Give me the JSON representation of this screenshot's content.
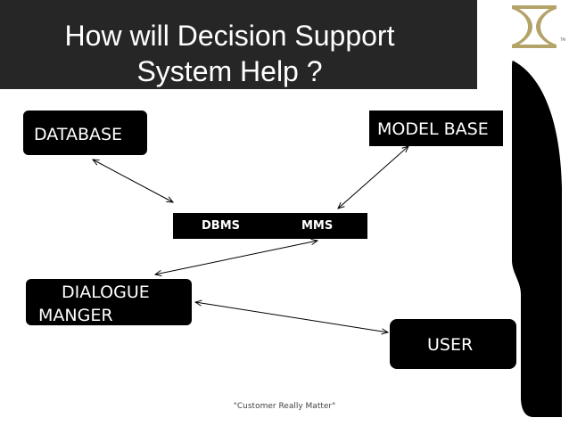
{
  "slide": {
    "title_line1": "How will Decision Support",
    "title_line2": "System Help ?",
    "footer": "\"Customer Really Matter\""
  },
  "diagram": {
    "database": "DATABASE",
    "model_base": "MODEL BASE",
    "dbms": "DBMS",
    "mms": "MMS",
    "dialogue_line1": "DIALOGUE",
    "dialogue_line2": "MANGER",
    "user": "USER",
    "connections": [
      {
        "from": "DATABASE",
        "to": "DBMS",
        "bidirectional": true
      },
      {
        "from": "MODEL BASE",
        "to": "MMS",
        "bidirectional": true
      },
      {
        "from": "MMS",
        "to": "DIALOGUE MANGER",
        "bidirectional": true
      },
      {
        "from": "DIALOGUE MANGER",
        "to": "USER",
        "bidirectional": true
      }
    ]
  },
  "colors": {
    "title_bar": "#262626",
    "boxes": "#000000",
    "logo_gold": "#b3a369"
  }
}
